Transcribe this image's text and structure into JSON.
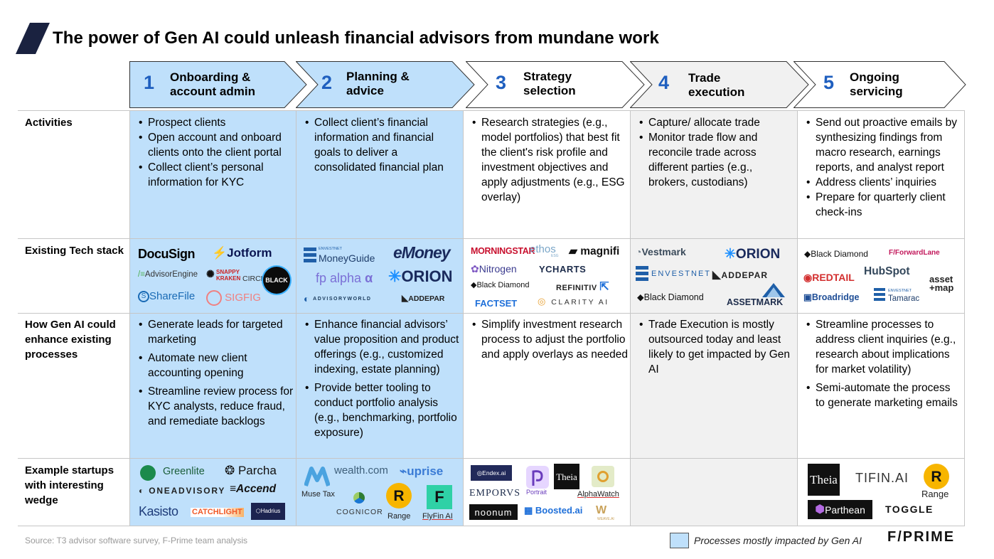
{
  "title": "The power of Gen AI could unleash financial advisors from mundane work",
  "stages": [
    {
      "num": "1",
      "label_line1": "Onboarding &",
      "label_line2": "account admin"
    },
    {
      "num": "2",
      "label_line1": "Planning &",
      "label_line2": "advice"
    },
    {
      "num": "3",
      "label_line1": "Strategy",
      "label_line2": "selection"
    },
    {
      "num": "4",
      "label_line1": "Trade",
      "label_line2": "execution"
    },
    {
      "num": "5",
      "label_line1": "Ongoing",
      "label_line2": "servicing"
    }
  ],
  "rows": {
    "activities": "Activities",
    "tech": "Existing Tech stack",
    "genai_line1": "How Gen AI could",
    "genai_line2": "enhance existing",
    "genai_line3": "processes",
    "startups_line1": "Example startups",
    "startups_line2": "with interesting",
    "startups_line3": "wedge"
  },
  "activities": [
    [
      "Prospect clients",
      "Open account and onboard clients onto the client portal",
      "Collect client’s personal information for KYC"
    ],
    [
      "Collect client’s financial information and financial goals to deliver a consolidated financial plan"
    ],
    [
      "Research strategies (e.g., model portfolios) that best fit the client's risk profile and investment objectives and apply adjustments (e.g., ESG overlay)"
    ],
    [
      "Capture/ allocate trade",
      "Monitor trade flow and reconcile trade across different parties (e.g., brokers, custodians)"
    ],
    [
      "Send out proactive emails by synthesizing findings from macro research, earnings reports, and analyst report",
      "Address clients’ inquiries",
      "Prepare for quarterly client check-ins"
    ]
  ],
  "genai": [
    [
      "Generate leads for targeted marketing",
      "Automate new client accounting opening",
      "Streamline review process for KYC analysts, reduce fraud, and remediate backlogs"
    ],
    [
      "Enhance financial advisors’ value proposition and product offerings (e.g., customized indexing, estate planning)",
      "Provide better tooling to conduct portfolio analysis (e.g., benchmarking, portfolio exposure)"
    ],
    [
      "Simplify investment research process to adjust the portfolio and apply overlays as needed"
    ],
    [
      "Trade Execution is mostly outsourced today and least likely to get impacted by Gen AI"
    ],
    [
      "Streamline processes to address client inquiries (e.g., research about implications for market volatility)",
      "Semi-automate the process to generate marketing emails"
    ]
  ],
  "tech_logos": {
    "c1": {
      "docusign": "DocuSign",
      "jotform": "Jotform",
      "advisorengine": "AdvisorEngine",
      "snappy_a": "SNAPPY",
      "snappy_b": "KRAKEN",
      "circle": "CIRCLE",
      "black": "BLACK",
      "sharefile": "ShareFile",
      "sigfig": "SIGFIG"
    },
    "c2": {
      "envestnet_small": "ENVESTNET",
      "moneyguide": "MoneyGuide",
      "emoney": "eMoney",
      "fpalpha": "fp alpha",
      "orion": "ORION",
      "advisoryworld": "ADVISORYWORLD",
      "addepar": "ADDEPAR"
    },
    "c3": {
      "morningstar": "MORNINGSTAR",
      "ethos": "ethos",
      "esg": "ESG",
      "magnifi": "magnifi",
      "nitrogen": "Nitrogen",
      "ycharts": "YCHARTS",
      "blackdiamond": "Black Diamond",
      "refinitiv": "REFINITIV",
      "factset": "FACTSET",
      "clarity": "CLARITY AI"
    },
    "c4": {
      "vestmark": "Vestmark",
      "orion": "ORION",
      "envestnet": "ENVESTNET",
      "addepar": "ADDEPAR",
      "blackdiamond": "Black Diamond",
      "assetmark": "ASSETMARK"
    },
    "c5": {
      "blackdiamond": "Black Diamond",
      "forwardlane": "ForwardLane",
      "redtail": "REDTAIL",
      "hubspot": "HubSpot",
      "assetmap_a": "asset",
      "assetmap_b": "+map",
      "broadridge": "Broadridge",
      "envestnet_small": "ENVESTNET",
      "tamarac": "Tamarac"
    }
  },
  "startup_logos": {
    "c1": {
      "greenlite": "Greenlite",
      "parcha": "Parcha",
      "oneadvisory": "ONEADVISORY",
      "accend": "Accend",
      "kasisto": "Kasisto",
      "catchlight": "CATCHLIGHT",
      "hadrius": "Hadrius"
    },
    "c2": {
      "musetax": "Muse Tax",
      "wealthcom": "wealth.com",
      "uprise": "uprise",
      "cognicor": "COGNICOR",
      "range": "Range",
      "flyfin": "FlyFin AI"
    },
    "c3": {
      "endex": "Endex.ai",
      "portrait": "Portrait",
      "theia": "Theia",
      "alphawatch": "AlphaWatch",
      "emporus": "EMPORVS",
      "noonum": "noonum",
      "boosted": "Boosted.ai",
      "weave": "WEAVE.AI"
    },
    "c5": {
      "theia": "Theia",
      "tifin": "TIFIN.AI",
      "range": "Range",
      "parthean": "Parthean",
      "toggle": "TOGGLE"
    }
  },
  "legend": "Processes mostly impacted by Gen AI",
  "source": "Source: T3 advisor software survey, F-Prime team analysis",
  "brand": "F/PRIME",
  "colors": {
    "highlight": "#bfe0fb",
    "grey": "#f1f1f1",
    "accent": "#1f5fbf",
    "navy": "#1a2240"
  }
}
